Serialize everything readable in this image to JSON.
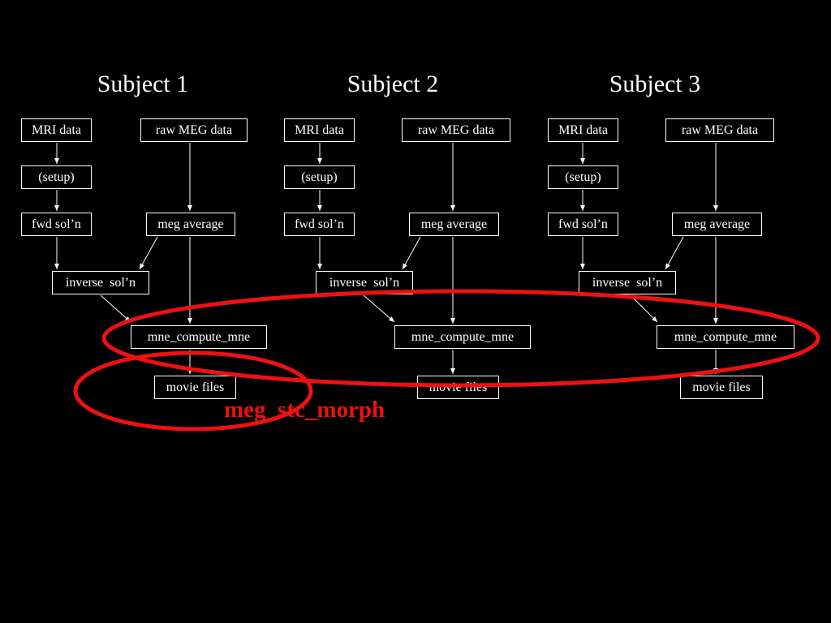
{
  "slide": {
    "background": "#000000",
    "text_color": "#ffffff",
    "highlight_color": "#ee1111",
    "subjects": [
      {
        "title": "Subject 1",
        "mri_data": "MRI data",
        "raw_meg_data": "raw MEG data",
        "setup": "(setup)",
        "fwd_soln": "fwd sol’n",
        "meg_average": "meg average",
        "inverse_soln": "inverse  sol’n",
        "mne_compute_mne": "mne_compute_mne",
        "movie_files": "movie files"
      },
      {
        "title": "Subject 2",
        "mri_data": "MRI data",
        "raw_meg_data": "raw MEG data",
        "setup": "(setup)",
        "fwd_soln": "fwd sol’n",
        "meg_average": "meg average",
        "inverse_soln": "inverse  sol’n",
        "mne_compute_mne": "mne_compute_mne",
        "movie_files": "movie files"
      },
      {
        "title": "Subject 3",
        "mri_data": "MRI data",
        "raw_meg_data": "raw MEG data",
        "setup": "(setup)",
        "fwd_soln": "fwd sol’n",
        "meg_average": "meg average",
        "inverse_soln": "inverse  sol’n",
        "mne_compute_mne": "mne_compute_mne",
        "movie_files": "movie files"
      }
    ],
    "morph_label": "meg_stc_morph"
  }
}
